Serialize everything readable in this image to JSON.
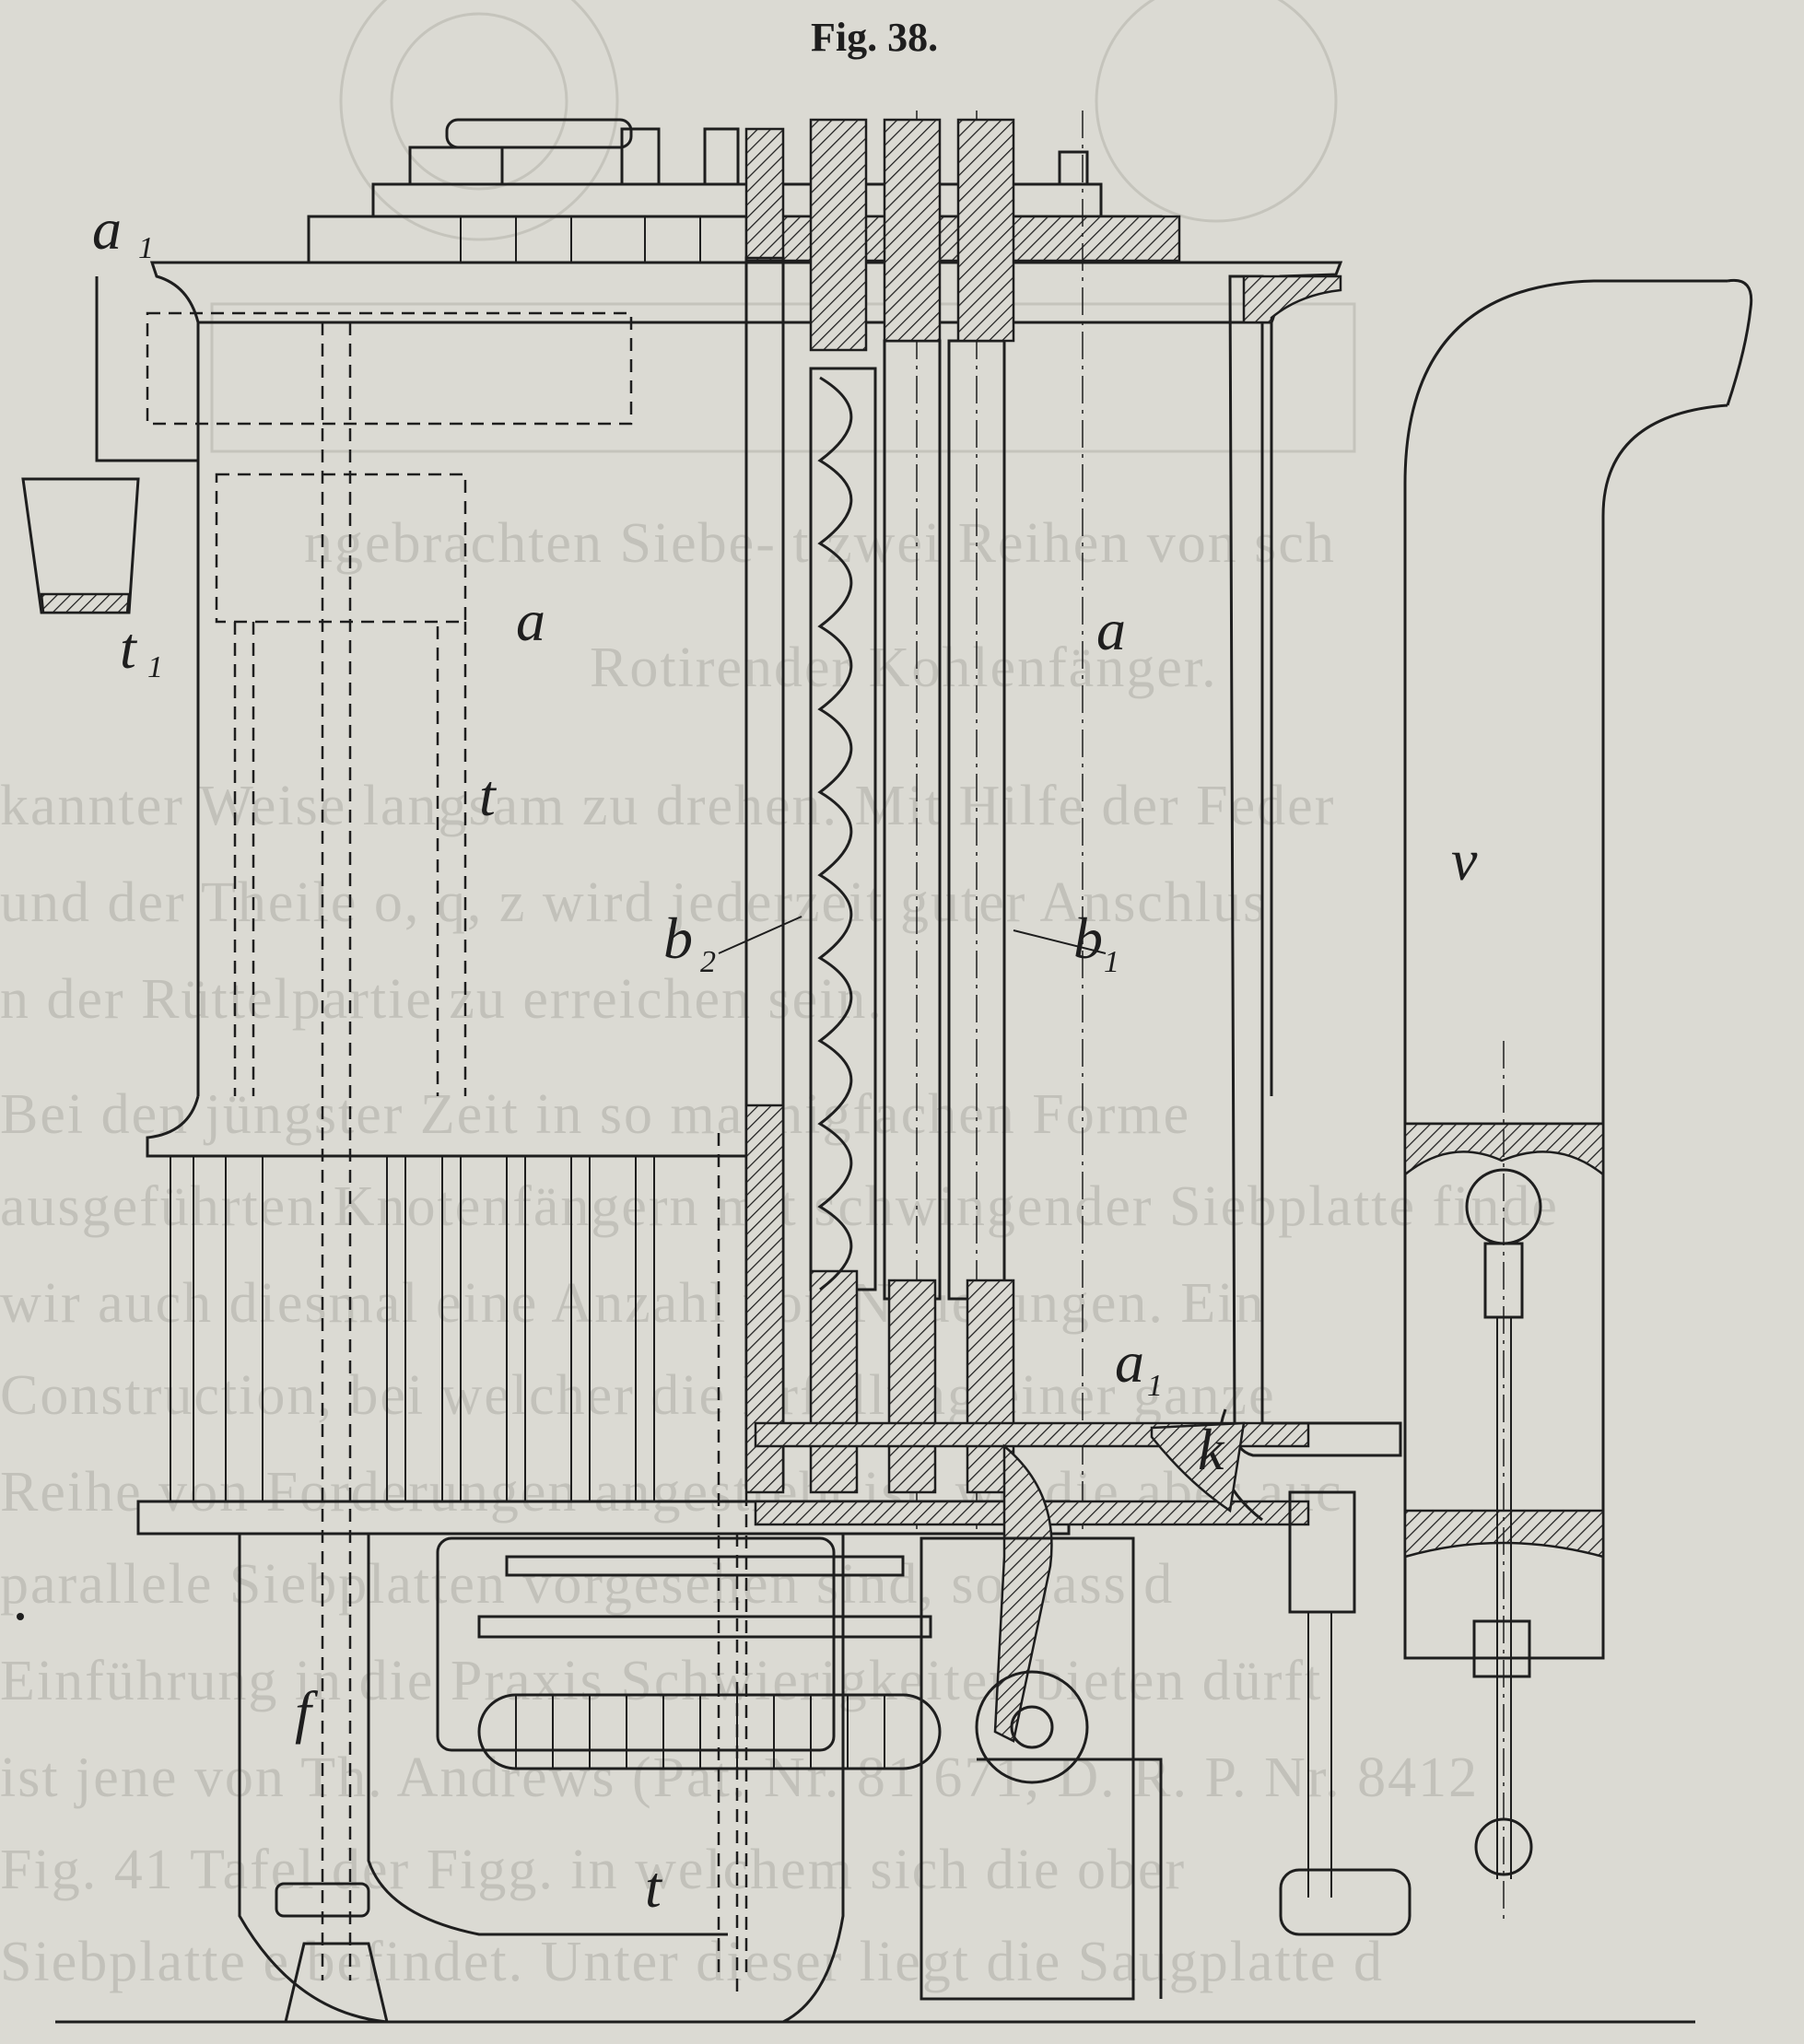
{
  "figure": {
    "title": "Fig. 38.",
    "labels": {
      "a1": {
        "main": "a",
        "sub": "1"
      },
      "t1": {
        "main": "t",
        "sub": "1"
      },
      "a_left": "a",
      "a_right": "a",
      "t": "t",
      "b2": {
        "main": "b",
        "sub": "2"
      },
      "b1": {
        "main": "b",
        "sub": "1"
      },
      "v": "v",
      "a_bottom": {
        "main": "a",
        "sub": "1"
      },
      "k": "k",
      "f": "f",
      "t_bottom": "t"
    }
  },
  "bleed_through_text": [
    "ngebrachten Siebe- t zwei Reihen von sch",
    "Rotirender Kohlenfänger.",
    "kannter Weise langsam zu drehen.  Mit Hilfe der Feder",
    "und der Theile o, q, z wird jederzeit guter Anschlus",
    "n der Rüttelpartie zu erreichen sein.",
    "Bei den jüngster Zeit in so mannigfachen Forme",
    "ausgeführten Knotenfängern mit schwingender Siebplatte finde",
    "wir auch diesmal eine Anzahl von Neuerungen.  Ein",
    "Construction, bei welcher die Erfüllung einer ganze",
    "Reihe von Forderungen angestrebt ist, wo die aber auc",
    "parallele Siebplatten vorgesehen sind, so dass d",
    "Einführung in die Praxis Schwierigkeiten bieten dürft",
    "ist jene von Th. Andrews (Pat. Nr. 81 671, D. R. P. Nr. 8412",
    "Fig. 41 Tafel der Figg. in welchem sich die ober",
    "Siebplatte e befindet. Unter dieser liegt die Saugplatte d"
  ]
}
